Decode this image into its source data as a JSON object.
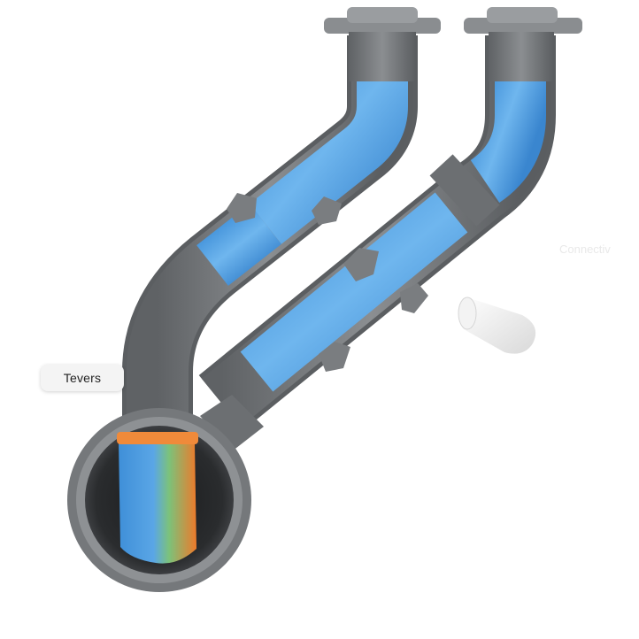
{
  "labels": {
    "pill": "Tevers",
    "faint_left": "",
    "faint_right": "Connectiv"
  },
  "colors": {
    "pipe_gray": "#6f7275",
    "pipe_light": "#9a9da0",
    "water_blue": "#5aa6e6",
    "heat_orange": "#f07a28",
    "inner_green": "#7cc27a"
  },
  "icons": [
    "flange-left",
    "flange-right",
    "drain-opening",
    "end-cap"
  ]
}
